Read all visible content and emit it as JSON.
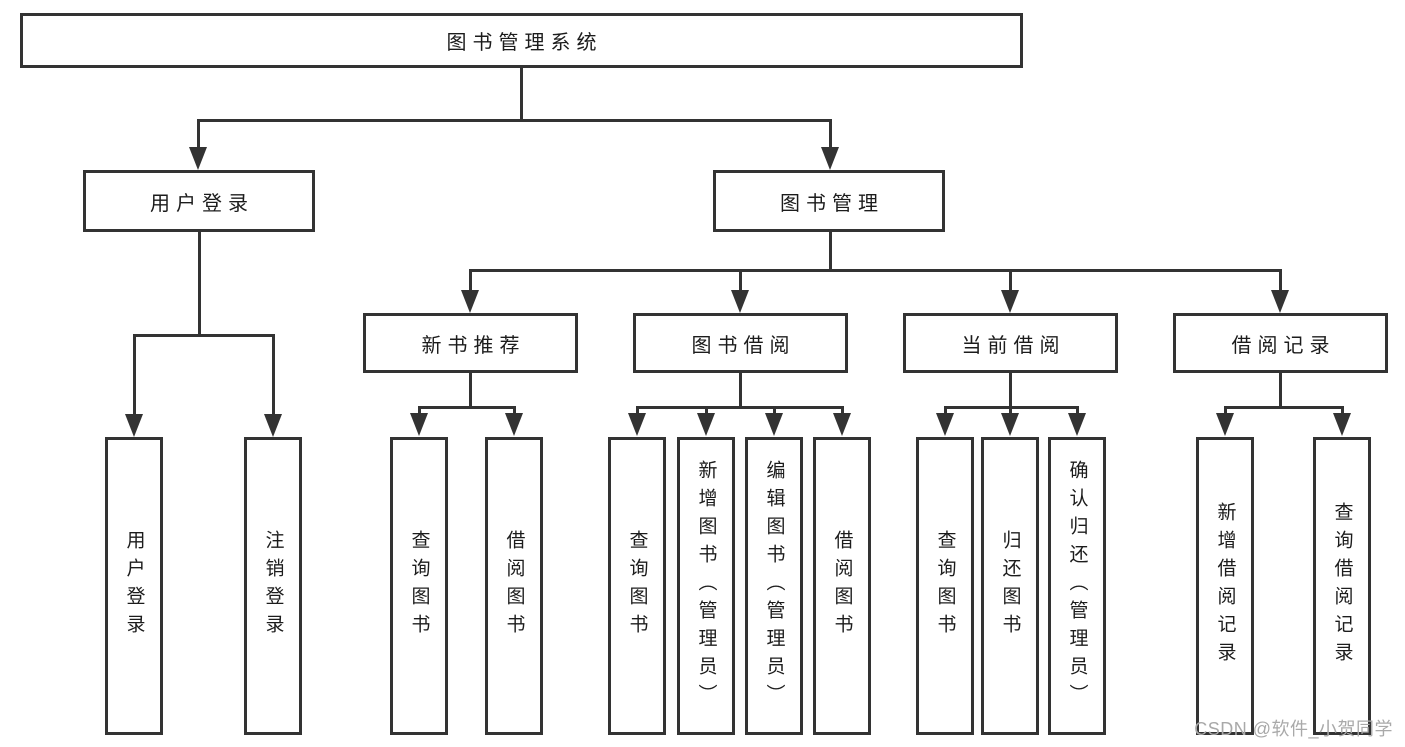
{
  "diagram": {
    "root": {
      "label": "图书管理系统"
    },
    "level2": [
      {
        "label": "用户登录"
      },
      {
        "label": "图书管理"
      }
    ],
    "level3": [
      {
        "label": "新书推荐"
      },
      {
        "label": "图书借阅"
      },
      {
        "label": "当前借阅"
      },
      {
        "label": "借阅记录"
      }
    ],
    "leaves": {
      "user_login": [
        {
          "label": "用户登录"
        },
        {
          "label": "注销登录"
        }
      ],
      "new_book": [
        {
          "label": "查询图书"
        },
        {
          "label": "借阅图书"
        }
      ],
      "book_borrow": [
        {
          "label": "查询图书"
        },
        {
          "label": "新增图书（管理员）"
        },
        {
          "label": "编辑图书（管理员）"
        },
        {
          "label": "借阅图书"
        }
      ],
      "current_borrow": [
        {
          "label": "查询图书"
        },
        {
          "label": "归还图书"
        },
        {
          "label": "确认归还（管理员）"
        }
      ],
      "borrow_record": [
        {
          "label": "新增借阅记录"
        },
        {
          "label": "查询借阅记录"
        }
      ]
    },
    "watermark": "CSDN @软件_小贺同学",
    "colors": {
      "line": "#333333",
      "text": "#1c1c1c",
      "box_background": "#ffffff",
      "watermark": "#a9a9a9"
    }
  }
}
